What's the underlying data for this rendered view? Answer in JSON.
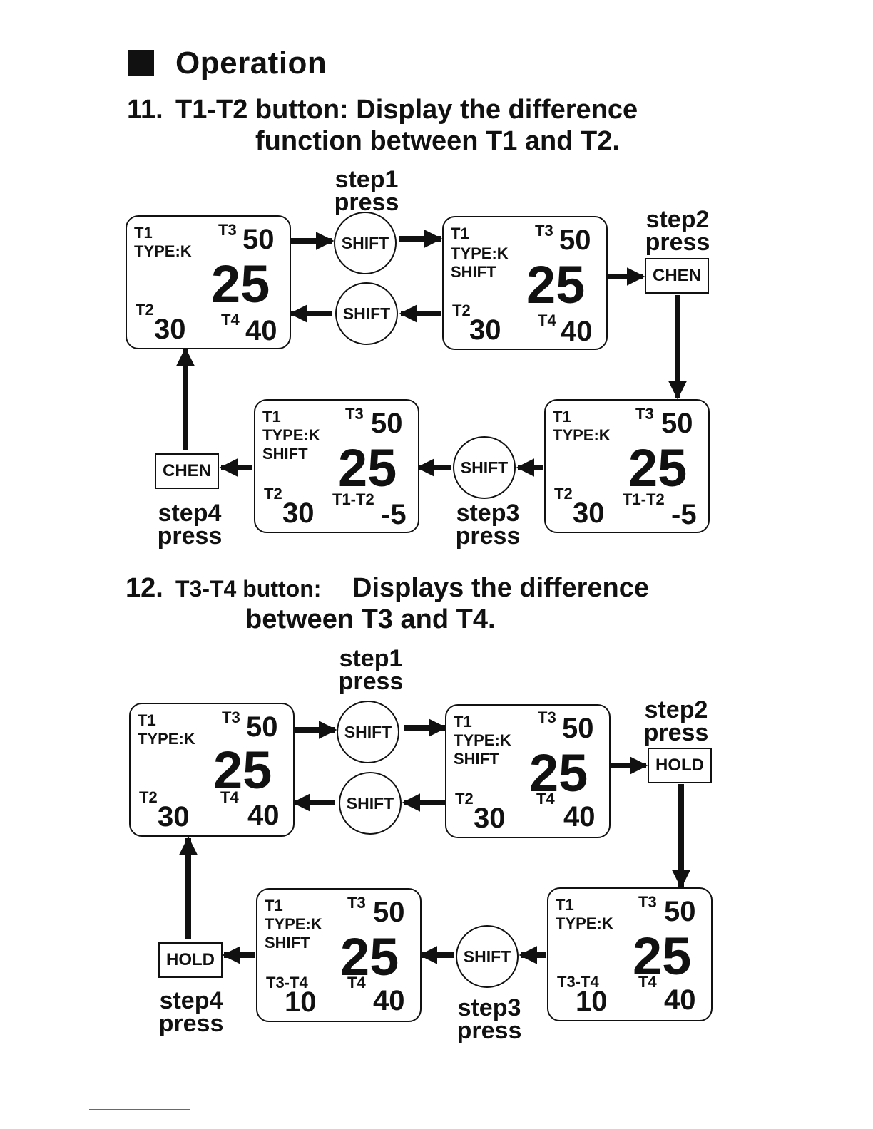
{
  "heading": "Operation",
  "section11": {
    "number": "11.",
    "title_line1": "T1-T2 button: Display the difference",
    "title_line2": "function between T1 and T2.",
    "step1": {
      "line1": "step1",
      "line2": "press"
    },
    "step2": {
      "line1": "step2",
      "line2": "press"
    },
    "step3": {
      "line1": "step3",
      "line2": "press"
    },
    "step4": {
      "line1": "step4",
      "line2": "press"
    },
    "btn_shift": "SHIFT",
    "btn_chen": "CHEN",
    "screen_a": {
      "t1": "T1",
      "type": "TYPE:K",
      "t3": "T3",
      "v3": "50",
      "main": "25",
      "t2": "T2",
      "v2": "30",
      "t4": "T4",
      "v4": "40"
    },
    "screen_b": {
      "t1": "T1",
      "type": "TYPE:K",
      "shift": "SHIFT",
      "t3": "T3",
      "v3": "50",
      "main": "25",
      "t2": "T2",
      "v2": "30",
      "t4": "T4",
      "v4": "40"
    },
    "screen_c": {
      "t1": "T1",
      "type": "TYPE:K",
      "t3": "T3",
      "v3": "50",
      "main": "25",
      "t2": "T2",
      "v2": "30",
      "diff": "T1-T2",
      "vdiff": "-5"
    },
    "screen_d": {
      "t1": "T1",
      "type": "TYPE:K",
      "shift": "SHIFT",
      "t3": "T3",
      "v3": "50",
      "main": "25",
      "t2": "T2",
      "v2": "30",
      "diff": "T1-T2",
      "vdiff": "-5"
    }
  },
  "section12": {
    "number": "12.",
    "title_small": "T3-T4 button:",
    "title_line1": "Displays the difference",
    "title_line2": "between T3 and T4.",
    "step1": {
      "line1": "step1",
      "line2": "press"
    },
    "step2": {
      "line1": "step2",
      "line2": "press"
    },
    "step3": {
      "line1": "step3",
      "line2": "press"
    },
    "step4": {
      "line1": "step4",
      "line2": "press"
    },
    "btn_shift": "SHIFT",
    "btn_hold": "HOLD",
    "screen_a": {
      "t1": "T1",
      "type": "TYPE:K",
      "t3": "T3",
      "v3": "50",
      "main": "25",
      "t2": "T2",
      "v2": "30",
      "t4": "T4",
      "v4": "40"
    },
    "screen_b": {
      "t1": "T1",
      "type": "TYPE:K",
      "shift": "SHIFT",
      "t3": "T3",
      "v3": "50",
      "main": "25",
      "t2": "T2",
      "v2": "30",
      "t4": "T4",
      "v4": "40"
    },
    "screen_c": {
      "t1": "T1",
      "type": "TYPE:K",
      "t3": "T3",
      "v3": "50",
      "main": "25",
      "diff": "T3-T4",
      "vdiff": "10",
      "t4": "T4",
      "v4": "40"
    },
    "screen_d": {
      "t1": "T1",
      "type": "TYPE:K",
      "shift": "SHIFT",
      "t3": "T3",
      "v3": "50",
      "main": "25",
      "diff": "T3-T4",
      "vdiff": "10",
      "t4": "T4",
      "v4": "40"
    }
  }
}
